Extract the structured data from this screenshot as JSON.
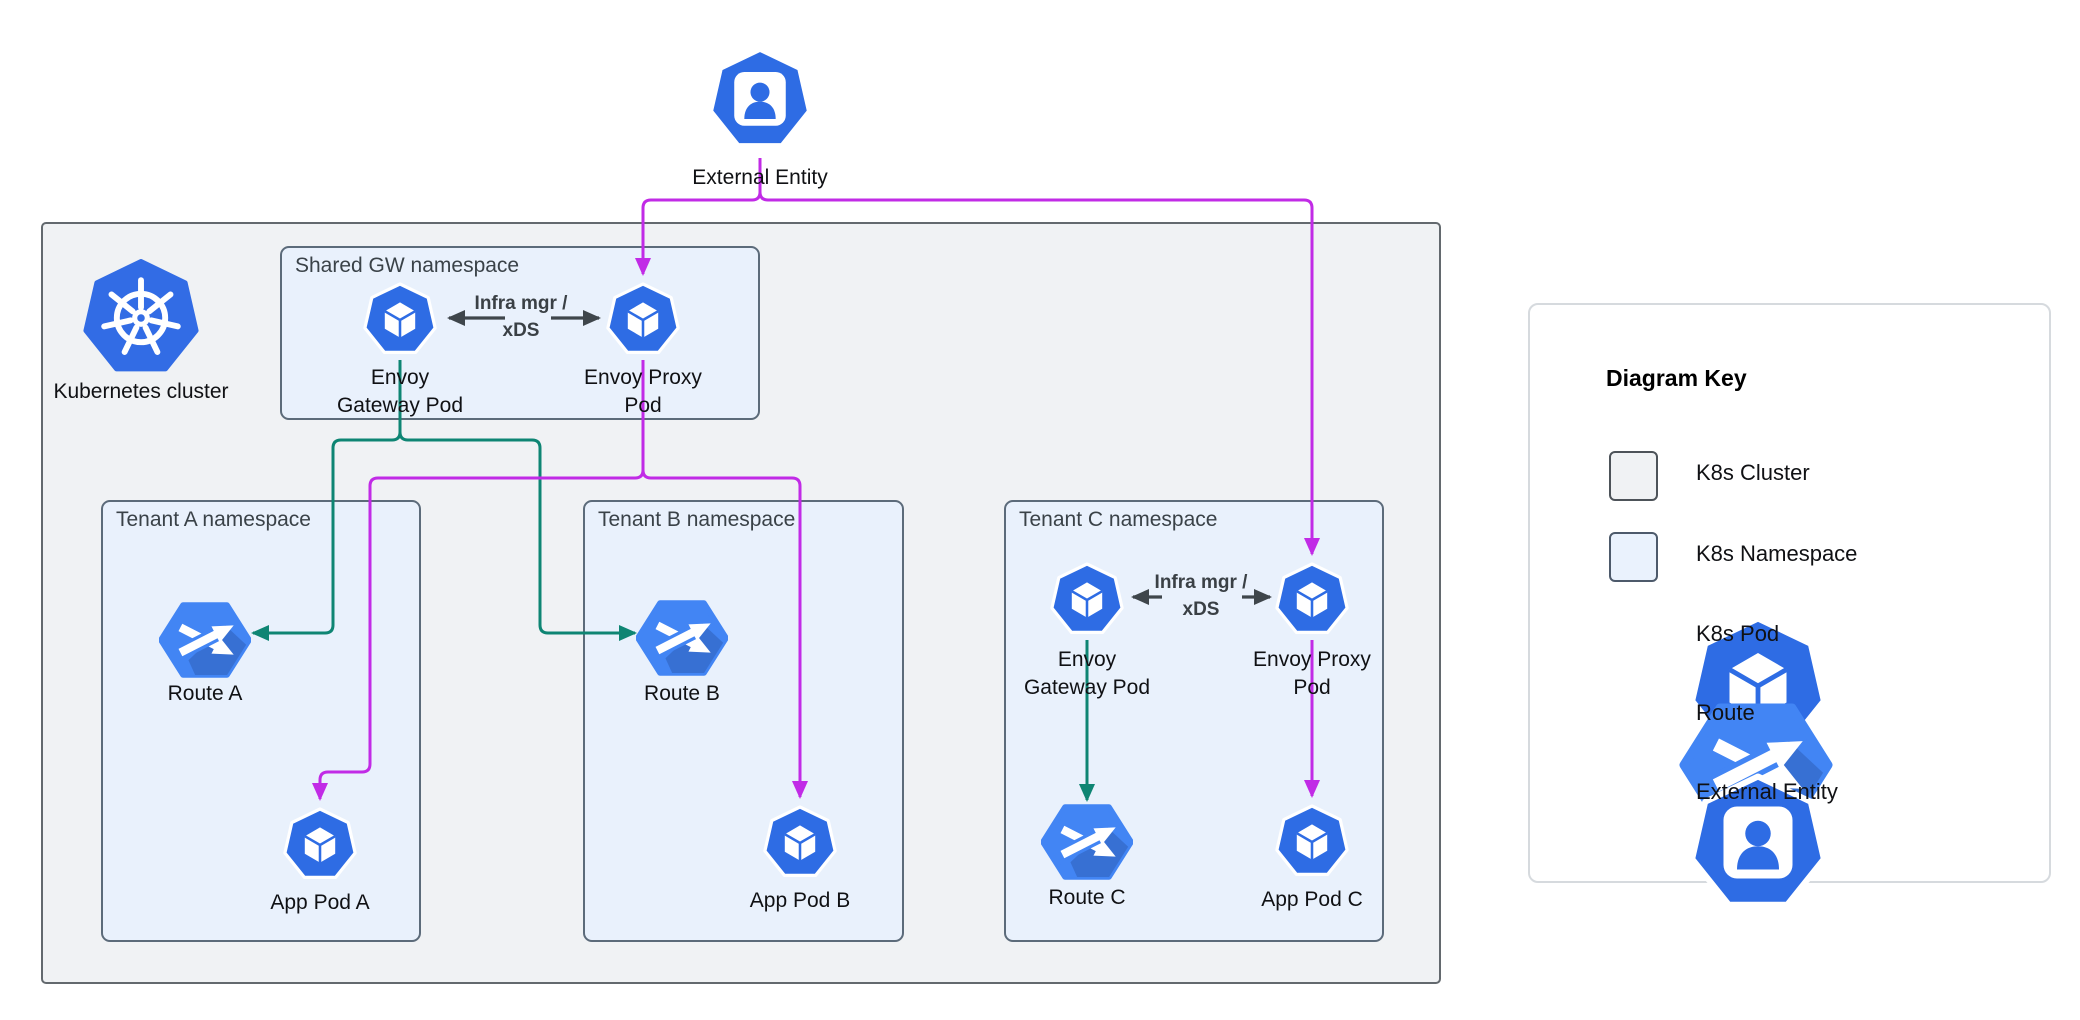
{
  "diagram": {
    "external_entity": {
      "label": "External Entity"
    },
    "cluster": {
      "label": "Kubernetes cluster"
    },
    "namespaces": {
      "shared": {
        "title": "Shared GW namespace"
      },
      "tenant_a": {
        "title": "Tenant A namespace"
      },
      "tenant_b": {
        "title": "Tenant B namespace"
      },
      "tenant_c": {
        "title": "Tenant C namespace"
      }
    },
    "nodes": {
      "shared_gateway_pod": {
        "line1": "Envoy",
        "line2": "Gateway Pod"
      },
      "shared_proxy_pod": {
        "line1": "Envoy Proxy",
        "line2": "Pod"
      },
      "route_a": {
        "line1": "Route A"
      },
      "app_pod_a": {
        "line1": "App Pod A"
      },
      "route_b": {
        "line1": "Route B"
      },
      "app_pod_b": {
        "line1": "App Pod B"
      },
      "tenant_c_gateway_pod": {
        "line1": "Envoy",
        "line2": "Gateway Pod"
      },
      "tenant_c_proxy_pod": {
        "line1": "Envoy Proxy",
        "line2": "Pod"
      },
      "route_c": {
        "line1": "Route C"
      },
      "app_pod_c": {
        "line1": "App Pod C"
      }
    },
    "edge_labels": {
      "shared_infra": {
        "line1": "Infra mgr /",
        "line2": "xDS"
      },
      "tenant_c_infra": {
        "line1": "Infra mgr /",
        "line2": "xDS"
      }
    },
    "colors": {
      "pod_blue": "#2E6CE4",
      "k8s_blue": "#326CE5",
      "route_blue": "#4285F4",
      "ingress_edge_magenta": "#C12BE6",
      "control_edge_teal": "#0E8573",
      "infra_edge_grey": "#3F464B",
      "cluster_fill": "#F0F2F4",
      "cluster_border": "#63696E",
      "namespace_fill": "#E9F1FC",
      "namespace_border": "#5C6B7A"
    }
  },
  "key": {
    "title": "Diagram Key",
    "items": [
      {
        "icon": "k8s-cluster-swatch",
        "label": "K8s Cluster"
      },
      {
        "icon": "k8s-namespace-swatch",
        "label": "K8s Namespace"
      },
      {
        "icon": "k8s-pod-icon",
        "label": "K8s Pod"
      },
      {
        "icon": "route-icon",
        "label": "Route"
      },
      {
        "icon": "external-entity-icon",
        "label": "External Entity"
      }
    ]
  }
}
